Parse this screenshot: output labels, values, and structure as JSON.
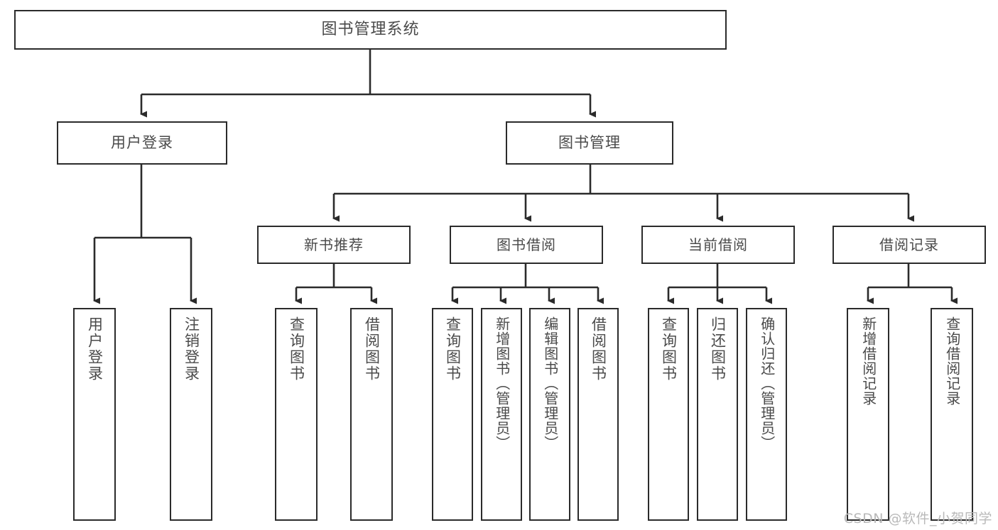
{
  "diagram": {
    "title": "图书管理系统",
    "type": "tree",
    "root": {
      "label": "图书管理系统"
    },
    "tier2": [
      {
        "label": "用户登录"
      },
      {
        "label": "图书管理"
      }
    ],
    "tier3": [
      {
        "label": "新书推荐"
      },
      {
        "label": "图书借阅"
      },
      {
        "label": "当前借阅"
      },
      {
        "label": "借阅记录"
      }
    ],
    "leaves": {
      "user_login": [
        {
          "label": "用户登录"
        },
        {
          "label": "注销登录"
        }
      ],
      "new_book_recommend": [
        {
          "label": "查询图书"
        },
        {
          "label": "借阅图书"
        }
      ],
      "book_borrow": [
        {
          "label": "查询图书"
        },
        {
          "label": "新增图书（管理员）"
        },
        {
          "label": "编辑图书（管理员）"
        },
        {
          "label": "借阅图书"
        }
      ],
      "current_borrow": [
        {
          "label": "查询图书"
        },
        {
          "label": "归还图书"
        },
        {
          "label": "确认归还（管理员）"
        }
      ],
      "borrow_record": [
        {
          "label": "新增借阅记录"
        },
        {
          "label": "查询借阅记录"
        }
      ]
    }
  },
  "watermark": {
    "text": "CSDN @软件_小贺同学"
  },
  "colors": {
    "border": "#2b2b2b",
    "text": "#4a4a4a",
    "background": "#ffffff",
    "watermark": "#b9b9b9"
  }
}
